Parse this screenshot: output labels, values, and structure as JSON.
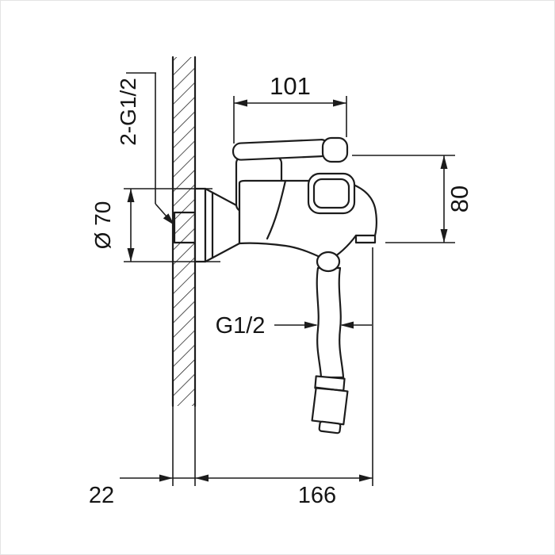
{
  "drawing": {
    "background": "#ffffff",
    "line_color": "#1c1c1c",
    "labels": {
      "top_width": "101",
      "inlet_thread": "2-G1/2",
      "escutcheon_diameter": "Ø 70",
      "body_height": "80",
      "hose_thread": "G1/2",
      "wall_thickness": "22",
      "overall_depth": "166"
    }
  }
}
